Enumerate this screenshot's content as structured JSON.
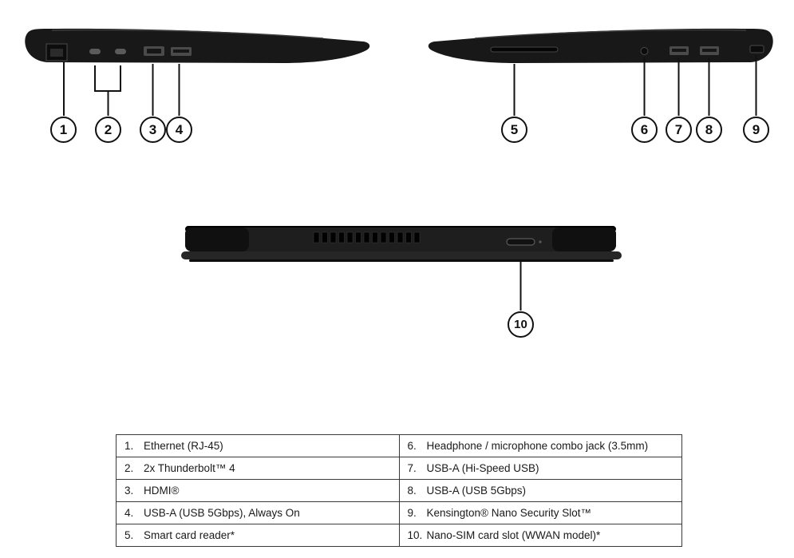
{
  "colors": {
    "laptop_body": "#181818",
    "leader_line": "#111111",
    "table_border": "#3a3a3a",
    "text": "#1a1a1a",
    "background": "#ffffff"
  },
  "callouts": {
    "c1": "1",
    "c2": "2",
    "c3": "3",
    "c4": "4",
    "c5": "5",
    "c6": "6",
    "c7": "7",
    "c8": "8",
    "c9": "9",
    "c10": "10"
  },
  "legend": {
    "left": [
      {
        "num": "1.",
        "label": "Ethernet (RJ-45)"
      },
      {
        "num": "2.",
        "label": "2x Thunderbolt™ 4"
      },
      {
        "num": "3.",
        "label": "HDMI®"
      },
      {
        "num": "4.",
        "label": "USB-A (USB 5Gbps), Always On"
      },
      {
        "num": "5.",
        "label": "Smart card reader*"
      }
    ],
    "right": [
      {
        "num": "6.",
        "label": "Headphone / microphone combo jack (3.5mm)"
      },
      {
        "num": "7.",
        "label": "USB-A (Hi-Speed USB)"
      },
      {
        "num": "8.",
        "label": "USB-A (USB 5Gbps)"
      },
      {
        "num": "9.",
        "label": "Kensington® Nano Security Slot™"
      },
      {
        "num": "10.",
        "label": "Nano-SIM card slot (WWAN model)*"
      }
    ]
  }
}
